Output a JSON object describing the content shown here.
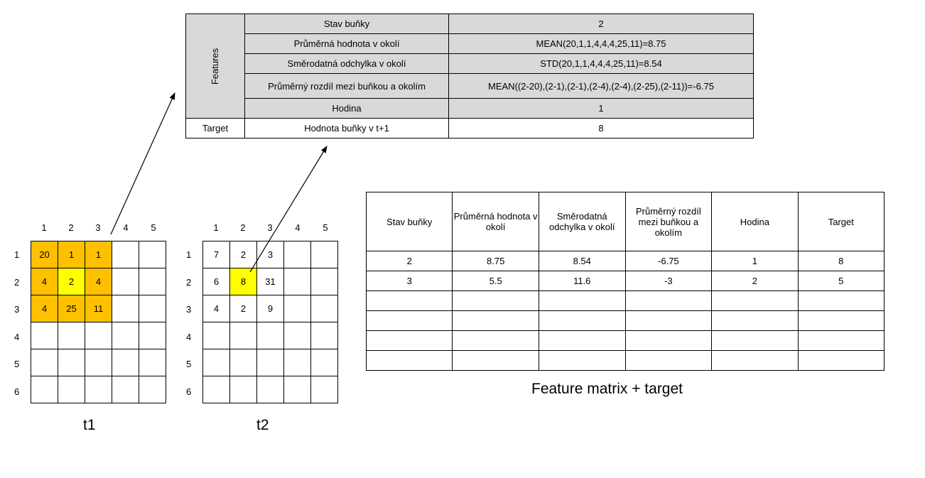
{
  "top_table": {
    "features_label": "Features",
    "target_label": "Target",
    "rows": [
      {
        "name": "Stav buňky",
        "value": "2"
      },
      {
        "name": "Průměrná hodnota v okolí",
        "value": "MEAN(20,1,1,4,4,4,25,11)=8.75"
      },
      {
        "name": "Směrodatná odchylka v okolí",
        "value": "STD(20,1,1,4,4,4,25,11)=8.54"
      },
      {
        "name": "Průměrný rozdíl mezi buňkou a okolím",
        "value": "MEAN((2-20),(2-1),(2-1),(2-4),(2-4),(2-25),(2-11))=-6.75"
      },
      {
        "name": "Hodina",
        "value": "1"
      }
    ],
    "target_row": {
      "name": "Hodnota buňky v t+1",
      "value": "8"
    }
  },
  "grid_t1": {
    "caption": "t1",
    "col_numbers": [
      "1",
      "2",
      "3",
      "4",
      "5"
    ],
    "row_numbers": [
      "1",
      "2",
      "3",
      "4",
      "5",
      "6"
    ],
    "cells": [
      [
        "20",
        "1",
        "1",
        "",
        ""
      ],
      [
        "4",
        "2",
        "4",
        "",
        ""
      ],
      [
        "4",
        "25",
        "11",
        "",
        ""
      ],
      [
        "",
        "",
        "",
        "",
        ""
      ],
      [
        "",
        "",
        "",
        "",
        ""
      ],
      [
        "",
        "",
        "",
        "",
        ""
      ]
    ],
    "highlight_neighbors": "#ffc000",
    "highlight_center": "#ffff00"
  },
  "grid_t2": {
    "caption": "t2",
    "col_numbers": [
      "1",
      "2",
      "3",
      "4",
      "5"
    ],
    "row_numbers": [
      "1",
      "2",
      "3",
      "4",
      "5",
      "6"
    ],
    "cells": [
      [
        "7",
        "2",
        "3",
        "",
        ""
      ],
      [
        "6",
        "8",
        "31",
        "",
        ""
      ],
      [
        "4",
        "2",
        "9",
        "",
        ""
      ],
      [
        "",
        "",
        "",
        "",
        ""
      ],
      [
        "",
        "",
        "",
        "",
        ""
      ],
      [
        "",
        "",
        "",
        "",
        ""
      ]
    ],
    "highlight_center": "#ffff00"
  },
  "feature_matrix": {
    "caption": "Feature matrix + target",
    "headers": [
      "Stav buňky",
      "Průměrná hodnota v okolí",
      "Směrodatná odchylka v okolí",
      "Průměrný rozdíl mezi buňkou a okolím",
      "Hodina",
      "Target"
    ],
    "rows": [
      [
        "2",
        "8.75",
        "8.54",
        "-6.75",
        "1",
        "8"
      ],
      [
        "3",
        "5.5",
        "11.6",
        "-3",
        "2",
        "5"
      ],
      [
        "",
        "",
        "",
        "",
        "",
        ""
      ],
      [
        "",
        "",
        "",
        "",
        "",
        ""
      ],
      [
        "",
        "",
        "",
        "",
        "",
        ""
      ],
      [
        "",
        "",
        "",
        "",
        "",
        ""
      ]
    ]
  }
}
